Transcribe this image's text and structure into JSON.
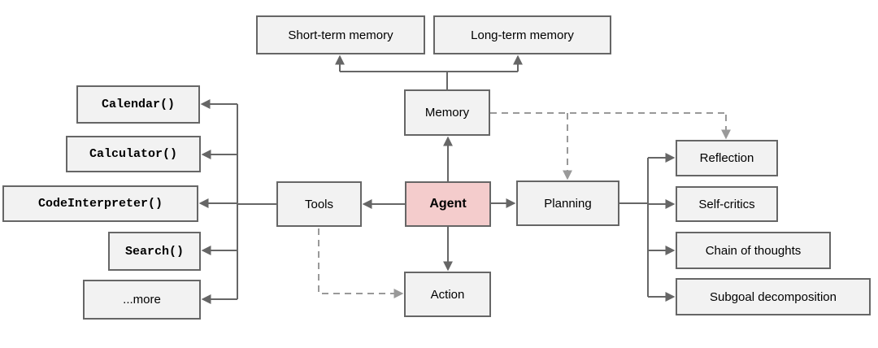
{
  "diagram": {
    "nodes": {
      "agent": {
        "label": "Agent"
      },
      "memory": {
        "label": "Memory"
      },
      "tools": {
        "label": "Tools"
      },
      "planning": {
        "label": "Planning"
      },
      "action": {
        "label": "Action"
      },
      "short_term_memory": {
        "label": "Short-term memory"
      },
      "long_term_memory": {
        "label": "Long-term memory"
      },
      "calendar": {
        "label": "Calendar()"
      },
      "calculator": {
        "label": "Calculator()"
      },
      "code_interpreter": {
        "label": "CodeInterpreter()"
      },
      "search": {
        "label": "Search()"
      },
      "more": {
        "label": "...more"
      },
      "reflection": {
        "label": "Reflection"
      },
      "self_critics": {
        "label": "Self-critics"
      },
      "chain_of_thoughts": {
        "label": "Chain of thoughts"
      },
      "subgoal_decomposition": {
        "label": "Subgoal decomposition"
      }
    },
    "edges": [
      {
        "from": "agent",
        "to": "memory",
        "style": "solid"
      },
      {
        "from": "agent",
        "to": "tools",
        "style": "solid"
      },
      {
        "from": "agent",
        "to": "planning",
        "style": "solid"
      },
      {
        "from": "agent",
        "to": "action",
        "style": "solid"
      },
      {
        "from": "memory",
        "to": "short_term_memory",
        "style": "solid"
      },
      {
        "from": "memory",
        "to": "long_term_memory",
        "style": "solid"
      },
      {
        "from": "tools",
        "to": "calendar",
        "style": "solid"
      },
      {
        "from": "tools",
        "to": "calculator",
        "style": "solid"
      },
      {
        "from": "tools",
        "to": "code_interpreter",
        "style": "solid"
      },
      {
        "from": "tools",
        "to": "search",
        "style": "solid"
      },
      {
        "from": "tools",
        "to": "more",
        "style": "solid"
      },
      {
        "from": "planning",
        "to": "reflection",
        "style": "solid"
      },
      {
        "from": "planning",
        "to": "self_critics",
        "style": "solid"
      },
      {
        "from": "planning",
        "to": "chain_of_thoughts",
        "style": "solid"
      },
      {
        "from": "planning",
        "to": "subgoal_decomposition",
        "style": "solid"
      },
      {
        "from": "memory",
        "to": "planning",
        "style": "dashed"
      },
      {
        "from": "memory",
        "to": "reflection",
        "style": "dashed"
      },
      {
        "from": "tools",
        "to": "action",
        "style": "dashed"
      }
    ],
    "colors": {
      "agent_fill": "#f4cccc",
      "node_fill": "#f2f2f2",
      "node_border": "#666666",
      "solid_arrow": "#666666",
      "dashed_arrow": "#999999",
      "background": "#ffffff"
    }
  }
}
